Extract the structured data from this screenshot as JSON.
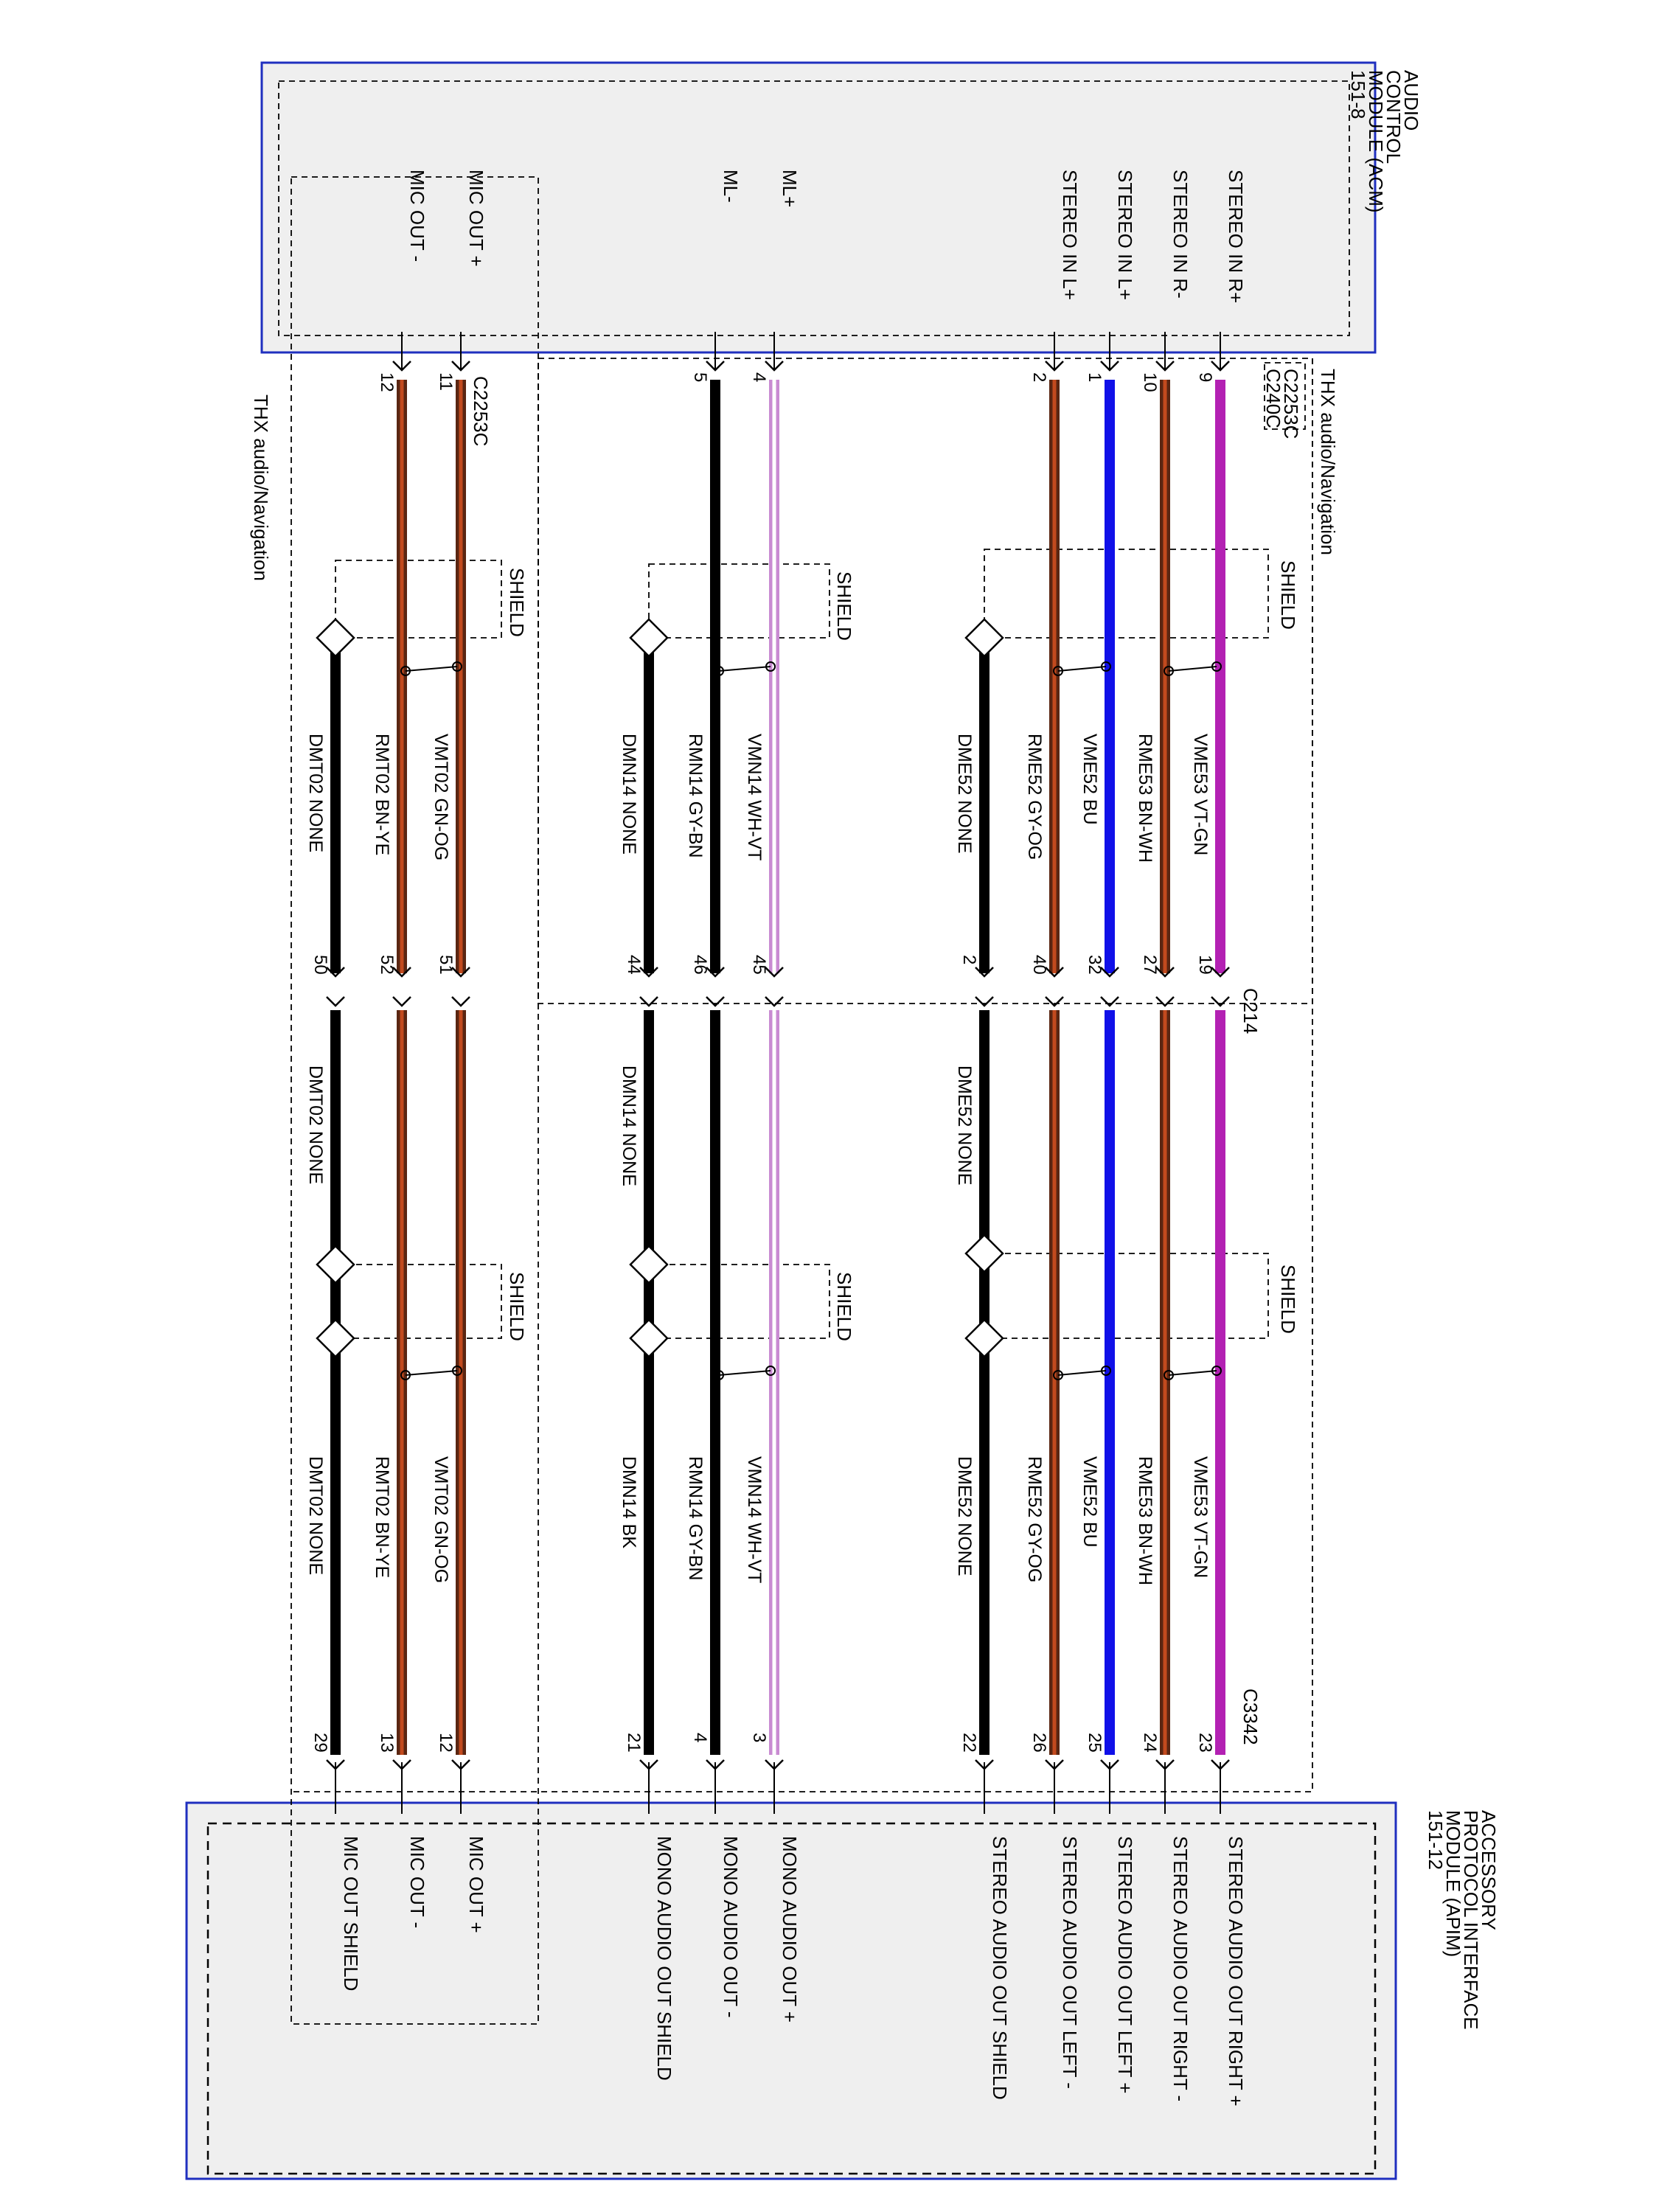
{
  "acm": {
    "name_lines": [
      "AUDIO",
      "CONTROL",
      "MODULE (ACM)"
    ],
    "ref": "151-8",
    "pins": [
      "STEREO IN R+",
      "STEREO IN R-",
      "STEREO IN L+",
      "STEREO IN L+",
      "ML+",
      "ML-",
      "MIC OUT +",
      "MIC OUT -"
    ]
  },
  "apim": {
    "name_lines": [
      "ACCESSORY",
      "PROTOCOL INTERFACE",
      "MODULE (APIM)"
    ],
    "ref": "151-12",
    "pins": [
      "STEREO AUDIO OUT RIGHT +",
      "STEREO AUDIO OUT RIGHT -",
      "STEREO AUDIO OUT LEFT +",
      "STEREO AUDIO OUT LEFT -",
      "STEREO AUDIO OUT SHIELD",
      "MONO AUDIO OUT +",
      "MONO AUDIO OUT -",
      "MONO AUDIO OUT SHIELD",
      "MIC OUT +",
      "MIC OUT -",
      "MIC OUT SHIELD"
    ]
  },
  "connectors": {
    "acm_top": [
      "C2253C",
      "C240C"
    ],
    "acm_bottom": "C2253C",
    "inline": "C214",
    "apim": "C3342"
  },
  "option_labels": {
    "top": "THX audio/Navigation",
    "bottom": "THX audio/Navigation"
  },
  "shield_label": "SHIELD",
  "colors": {
    "module_border": "#1f2fbf",
    "module_fill": "#efefef",
    "wire_black": "#000000",
    "wire_blue": "#1010e8",
    "wire_violet": "#b321b3",
    "wire_brown": "#5a2612",
    "wire_brown_stripe": "#c24a1e",
    "wire_white": "#ffffff",
    "wire_violet_stripe": "#c98bd2"
  },
  "wires": [
    {
      "acm_pin": "9",
      "c214_left": "19",
      "apim_pin": "23",
      "seg1": [
        "VME53",
        "VT-GN"
      ],
      "seg2": [
        "",
        ""
      ],
      "seg3": [
        "VME53",
        "VT-GN"
      ],
      "color": "violet"
    },
    {
      "acm_pin": "10",
      "c214_left": "27",
      "apim_pin": "24",
      "seg1": [
        "RME53",
        "BN-WH"
      ],
      "seg2": [
        "",
        ""
      ],
      "seg3": [
        "RME53",
        "BN-WH"
      ],
      "color": "brown"
    },
    {
      "acm_pin": "1",
      "c214_left": "32",
      "apim_pin": "25",
      "seg1": [
        "VME52",
        "BU"
      ],
      "seg2": [
        "",
        ""
      ],
      "seg3": [
        "VME52",
        "BU"
      ],
      "color": "blue"
    },
    {
      "acm_pin": "2",
      "c214_left": "40",
      "apim_pin": "26",
      "seg1": [
        "RME52",
        "GY-OG"
      ],
      "seg2": [
        "",
        ""
      ],
      "seg3": [
        "RME52",
        "GY-OG"
      ],
      "color": "brown"
    },
    {
      "acm_pin": "",
      "c214_left": "2",
      "apim_pin": "22",
      "seg1": [
        "DME52",
        "NONE"
      ],
      "seg2": [
        "DME52",
        "NONE"
      ],
      "seg3": [
        "DME52",
        "NONE"
      ],
      "color": "black"
    },
    {
      "acm_pin": "4",
      "c214_left": "45",
      "apim_pin": "3",
      "seg1": [
        "VMN14",
        "WH-VT"
      ],
      "seg2": [
        "",
        ""
      ],
      "seg3": [
        "VMN14",
        "WH-VT"
      ],
      "color": "white"
    },
    {
      "acm_pin": "5",
      "c214_left": "46",
      "apim_pin": "4",
      "seg1": [
        "RMN14",
        "GY-BN"
      ],
      "seg2": [
        "",
        ""
      ],
      "seg3": [
        "RMN14",
        "GY-BN"
      ],
      "color": "black"
    },
    {
      "acm_pin": "",
      "c214_left": "44",
      "apim_pin": "21",
      "seg1": [
        "DMN14",
        "NONE"
      ],
      "seg2": [
        "DMN14",
        "NONE"
      ],
      "seg3": [
        "DMN14",
        "BK"
      ],
      "color": "black"
    },
    {
      "acm_pin": "11",
      "c214_left": "51",
      "apim_pin": "12",
      "seg1": [
        "VMT02",
        "GN-OG"
      ],
      "seg2": [
        "",
        ""
      ],
      "seg3": [
        "VMT02",
        "GN-OG"
      ],
      "color": "brown"
    },
    {
      "acm_pin": "12",
      "c214_left": "52",
      "apim_pin": "13",
      "seg1": [
        "RMT02",
        "BN-YE"
      ],
      "seg2": [
        "",
        ""
      ],
      "seg3": [
        "RMT02",
        "BN-YE"
      ],
      "color": "brown"
    },
    {
      "acm_pin": "",
      "c214_left": "50",
      "apim_pin": "29",
      "seg1": [
        "DMT02",
        "NONE"
      ],
      "seg2": [
        "DMT02",
        "NONE"
      ],
      "seg3": [
        "DMT02",
        "NONE"
      ],
      "color": "black"
    }
  ]
}
